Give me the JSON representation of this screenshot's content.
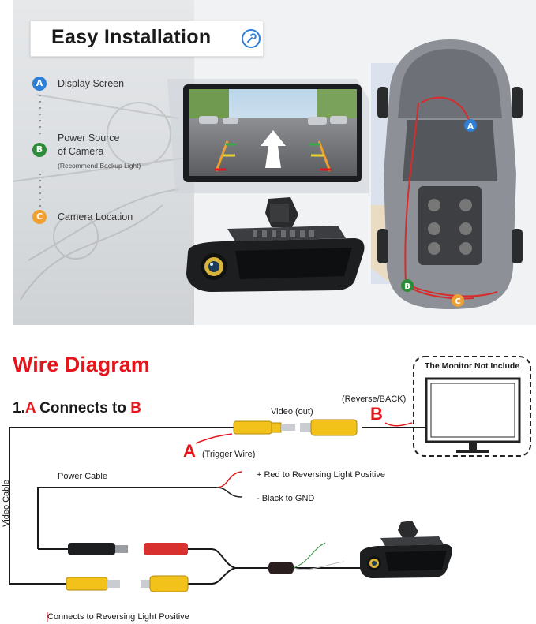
{
  "installation": {
    "title": "Easy Installation",
    "steps": [
      {
        "letter": "A",
        "label": "Display Screen",
        "color": "#2f7fd6"
      },
      {
        "letter": "B",
        "label_line1": "Power Source",
        "label_line2": "of Camera",
        "note": "(Recommend Backup Light)",
        "color": "#2e8b3a"
      },
      {
        "letter": "C",
        "label": "Camera Location",
        "color": "#f0a030"
      }
    ],
    "car_markers": [
      "A",
      "B",
      "C"
    ]
  },
  "wire": {
    "title": "Wire Diagram",
    "subtitle_prefix": "1.",
    "subtitle_a": "A",
    "subtitle_mid": " Connects to ",
    "subtitle_b": "B",
    "monitor_label": "The Monitor Not Include",
    "reverse_label": "(Reverse/BACK)",
    "video_out_label": "Video (out)",
    "trigger_letter": "A",
    "trigger_label": "(Trigger Wire)",
    "b_letter": "B",
    "video_cable_label": "Video Cable",
    "power_cable_label": "Power Cable",
    "red_note": "+ Red to Reversing Light Positive",
    "black_note": "- Black to GND",
    "bottom_note": "Connects to Reversing Light Positive"
  },
  "colors": {
    "accent_red": "#e5161b",
    "step_a": "#2f7fd6",
    "step_b": "#2e8b3a",
    "step_c": "#f0a030",
    "rca_yellow": "#f2c21b",
    "plug_red": "#d8302e"
  },
  "icons": [
    "wrench-icon",
    "display-screen",
    "camera-handle",
    "car-topview",
    "monitor-outline"
  ]
}
